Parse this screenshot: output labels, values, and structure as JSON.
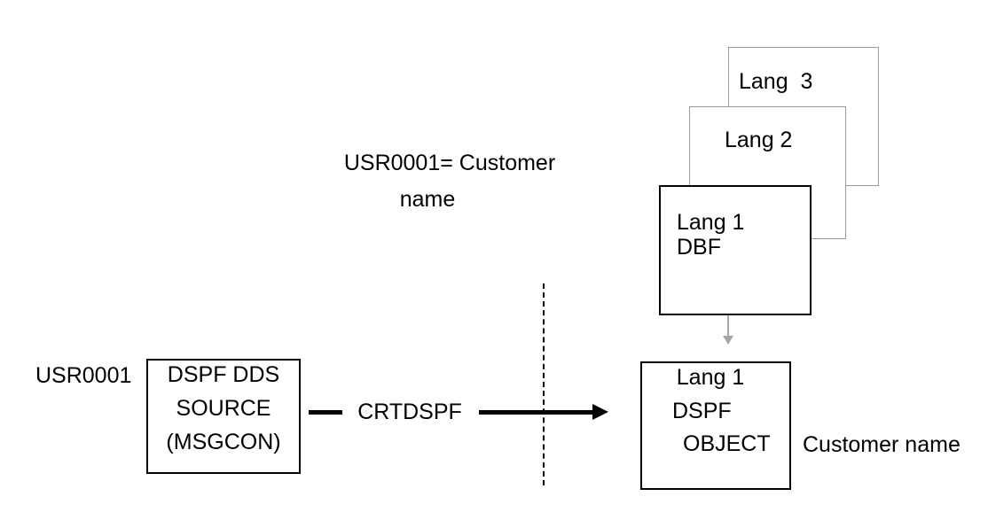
{
  "diagram": {
    "title": "DSPF multilingual object creation flow",
    "colors": {
      "stroke_black": "#000000",
      "stroke_gray": "#9a9a9a",
      "arrow_gray": "#a6a6a6",
      "background": "#ffffff"
    },
    "labels": {
      "source_user_label": "USR0001",
      "legend_line1": "USR0001= Customer",
      "legend_line2": "name",
      "command_label": "CRTDSPF",
      "object_caption": "Customer name"
    },
    "nodes": {
      "source_box": {
        "name": "DSPF DDS SOURCE (MSGCON)",
        "line1": "DSPF DDS",
        "line2": "SOURCE",
        "line3": "(MSGCON)"
      },
      "lang3_box": {
        "name": "Lang 3 database file",
        "line1": "Lang  3"
      },
      "lang2_box": {
        "name": "Lang 2 database file",
        "line1": "Lang 2"
      },
      "lang1_dbf_box": {
        "name": "Lang 1 DBF",
        "line1": "Lang 1",
        "line2": "DBF"
      },
      "dspf_object_box": {
        "name": "Lang 1 DSPF OBJECT",
        "line1": "Lang 1",
        "line2": "DSPF",
        "line3": "OBJECT"
      }
    },
    "connectors": {
      "compile_arrow": "CRTDSPF compile arrow",
      "merge_arrow": "Lang 1 DBF to DSPF OBJECT arrow",
      "boundary": "dashed vertical boundary"
    }
  }
}
